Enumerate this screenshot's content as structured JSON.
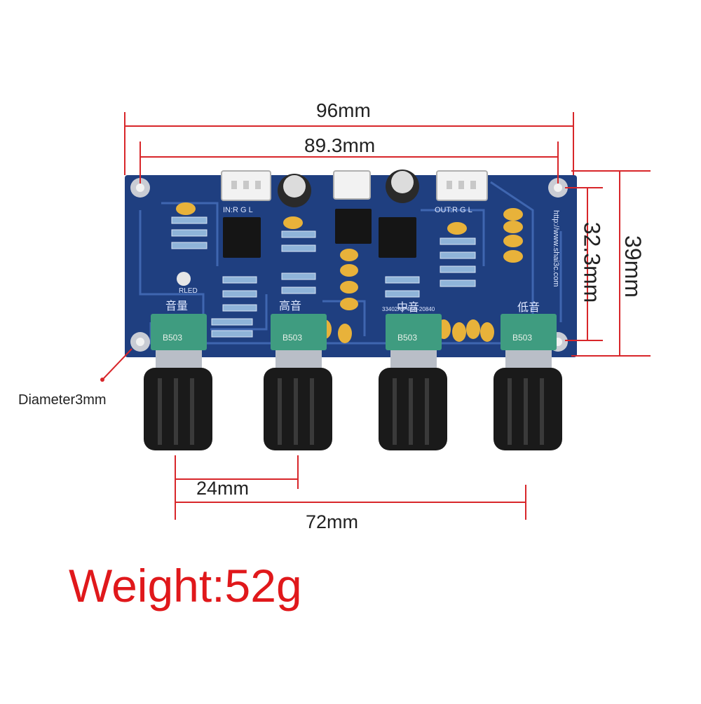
{
  "dimensions": {
    "overall_width": "96mm",
    "hole_spacing_width": "89.3mm",
    "hole_spacing_height": "32.3mm",
    "overall_height": "39mm",
    "knob_pitch": "24mm",
    "knob_span": "72mm",
    "hole_diameter": "Diameter3mm"
  },
  "weight": "Weight:52g",
  "board": {
    "in_label": "IN:R  G  L",
    "out_label": "OUT:R  G  L",
    "url_label": "http://www.shai3c.com",
    "part_code": "33402A/P4SB-20840",
    "led_label": "RLED",
    "pot_code": "B503",
    "knob_labels": [
      "音量",
      "高音",
      "中音",
      "低音"
    ]
  },
  "colors": {
    "pcb": "#1f3f80",
    "pcb_trace": "#3f66b0",
    "dimension_line": "#d8262a",
    "weight_text": "#e0181b",
    "capacitor": "#e8b23a",
    "potentiometer": "#3f9c80",
    "knob": "#1a1a1a"
  }
}
